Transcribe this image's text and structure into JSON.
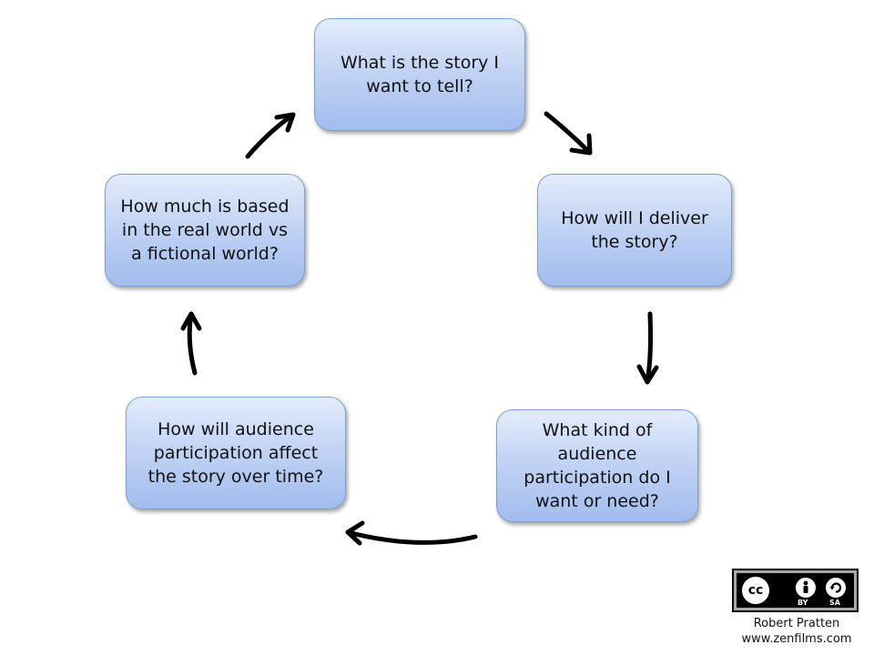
{
  "diagram": {
    "nodes": [
      {
        "id": "n1",
        "lines": [
          "What is the story I",
          "want to tell?"
        ]
      },
      {
        "id": "n2",
        "lines": [
          "How will I deliver",
          "the story?"
        ]
      },
      {
        "id": "n3",
        "lines": [
          "What kind of",
          "audience",
          "participation do I",
          "want or need?"
        ]
      },
      {
        "id": "n4",
        "lines": [
          "How will audience",
          "participation affect",
          "the story over time?"
        ]
      },
      {
        "id": "n5",
        "lines": [
          "How much is based",
          "in the real world vs",
          "a fictional world?"
        ]
      }
    ],
    "edges": [
      {
        "from": "n1",
        "to": "n2"
      },
      {
        "from": "n2",
        "to": "n3"
      },
      {
        "from": "n3",
        "to": "n4"
      },
      {
        "from": "n4",
        "to": "n5"
      },
      {
        "from": "n5",
        "to": "n1"
      }
    ]
  },
  "license": {
    "badge_icon": "creative-commons-icon",
    "badge_text": "cc",
    "by_label": "BY",
    "sa_label": "SA"
  },
  "credit": {
    "author": "Robert Pratten",
    "website": "www.zenfilms.com"
  }
}
